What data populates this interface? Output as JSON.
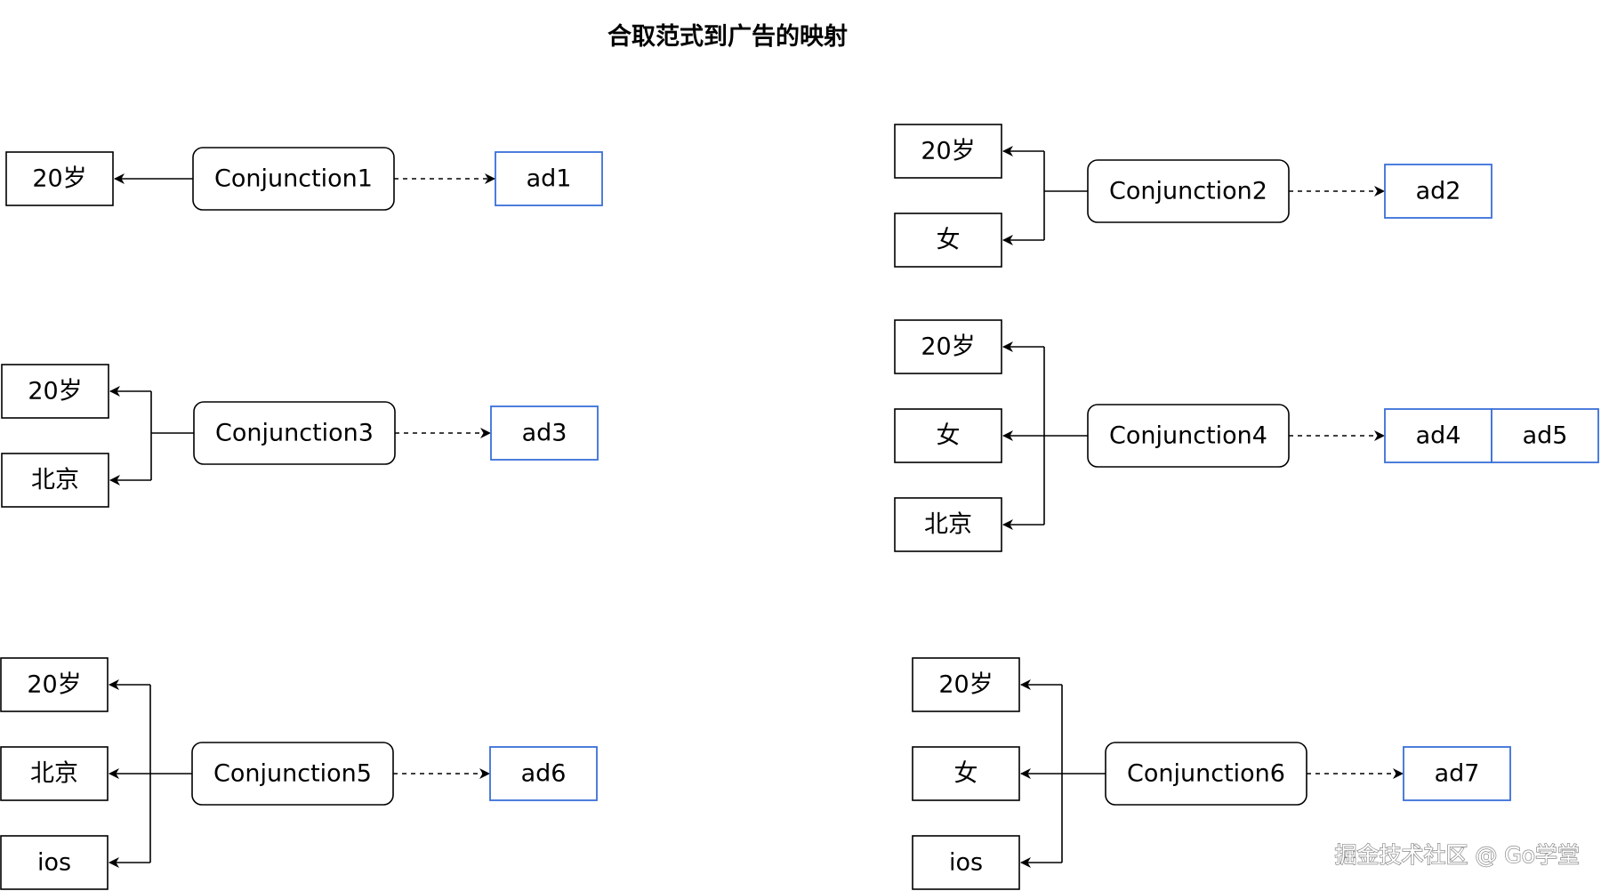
{
  "title": "合取范式到广告的映射",
  "watermark": "掘金技术社区 @ Go学堂",
  "colors": {
    "node_stroke": "#000000",
    "ad_stroke": "#3a6fd8",
    "edge": "#000000"
  },
  "groups": [
    {
      "id": "g1",
      "conjunction": "Conjunction1",
      "attributes": [
        "20岁"
      ],
      "ads": [
        "ad1"
      ]
    },
    {
      "id": "g2",
      "conjunction": "Conjunction2",
      "attributes": [
        "20岁",
        "女"
      ],
      "ads": [
        "ad2"
      ]
    },
    {
      "id": "g3",
      "conjunction": "Conjunction3",
      "attributes": [
        "20岁",
        "北京"
      ],
      "ads": [
        "ad3"
      ]
    },
    {
      "id": "g4",
      "conjunction": "Conjunction4",
      "attributes": [
        "20岁",
        "女",
        "北京"
      ],
      "ads": [
        "ad4",
        "ad5"
      ]
    },
    {
      "id": "g5",
      "conjunction": "Conjunction5",
      "attributes": [
        "20岁",
        "北京",
        "ios"
      ],
      "ads": [
        "ad6"
      ]
    },
    {
      "id": "g6",
      "conjunction": "Conjunction6",
      "attributes": [
        "20岁",
        "女",
        "ios"
      ],
      "ads": [
        "ad7"
      ]
    }
  ]
}
